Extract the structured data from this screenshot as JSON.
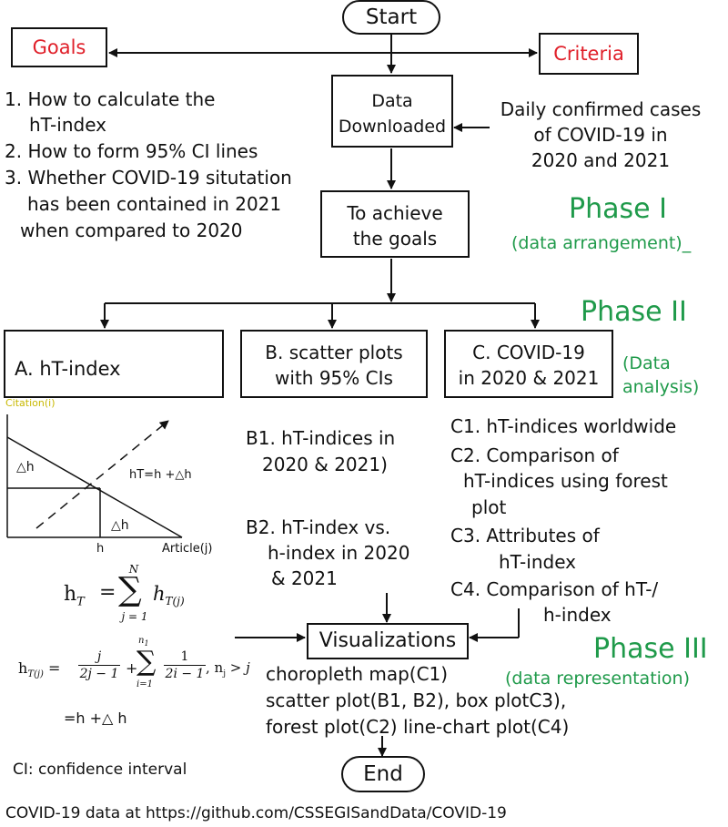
{
  "start": "Start",
  "end": "End",
  "goals": {
    "label": "Goals",
    "items": [
      "1. How to calculate the",
      "hT-index",
      "2. How to form 95% CI lines",
      "3. Whether COVID-19 situtation",
      "has been contained in 2021",
      "when compared to 2020"
    ]
  },
  "criteria": {
    "label": "Criteria",
    "lines": [
      "Daily confirmed cases",
      "of COVID-19 in",
      "2020 and 2021"
    ]
  },
  "data_downloaded": [
    "Data",
    "Downloaded"
  ],
  "achieve": [
    "To achieve",
    "the goals"
  ],
  "phases": {
    "p1": "Phase I",
    "p1_sub": "(data arrangement)_",
    "p2": "Phase II",
    "p2_sub": [
      "(Data",
      "analysis)"
    ],
    "p3": "Phase III",
    "p3_sub": "(data representation)"
  },
  "box_a": "A. hT-index",
  "box_b": [
    "B. scatter plots",
    "with 95% CIs"
  ],
  "box_c": [
    "C. COVID-19",
    "in 2020 & 2021"
  ],
  "b_items": [
    "B1. hT-indices in",
    "2020 & 2021)",
    "B2. hT-index vs.",
    "h-index in 2020",
    "& 2021"
  ],
  "c_items": [
    "C1. hT-indices worldwide",
    "C2. Comparison of",
    "hT-indices using forest",
    "plot",
    "C3. Attributes of",
    "hT-index",
    "C4. Comparison of hT-/",
    "h-index"
  ],
  "graph": {
    "y_label": "Citation(i)",
    "x_label": "Article(j)",
    "h_tick": "h",
    "delta_top": "△h",
    "delta_bottom": "△h",
    "ht_eq": "hT=h +△h"
  },
  "formula": {
    "sum": "h_T = Σ_{j=1}^{N} h_T(j)",
    "sum_parts": {
      "lhs": "h",
      "lhs_sub": "T",
      "eq": " = ",
      "upper": "N",
      "lower": "j = 1",
      "term": "h",
      "term_sub": "T(j)"
    },
    "htj_parts": {
      "lhs": "h",
      "lhs_sub": "T(j)",
      "frac1_num": "j",
      "frac1_den": "2j − 1",
      "plus": "+",
      "upper": "n",
      "upper_sub": "1",
      "lower": "i=1",
      "frac2_num": "1",
      "frac2_den": "2i − 1",
      "cond": ", n",
      "cond_sub": "j",
      "cond_tail": " > j"
    },
    "result": "=h +△ h"
  },
  "visualizations": {
    "label": "Visualizations",
    "lines": [
      "choropleth map(C1)",
      "scatter plot(B1, B2), box plotC3),",
      "forest plot(C2) line-chart plot(C4)"
    ]
  },
  "ci_note": "CI: confidence interval",
  "source_note": "COVID-19 data at https://github.com/CSSEGISandData/COVID-19",
  "colors": {
    "red": "#e0202a",
    "green": "#1f9a4a",
    "yellow": "#c8b800"
  }
}
